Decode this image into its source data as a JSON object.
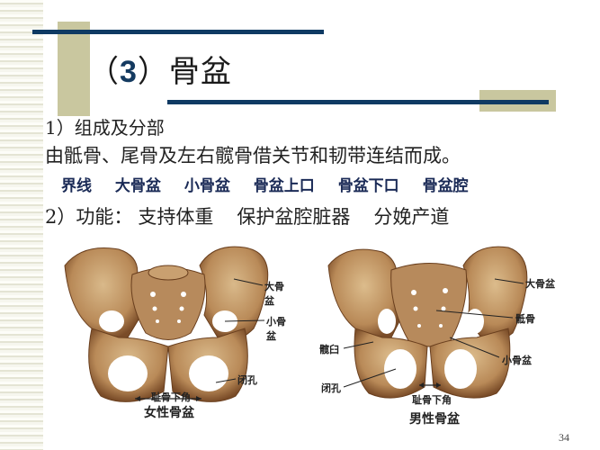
{
  "slide": {
    "title_prefix": "（",
    "title_number": "3",
    "title_suffix": "）骨盆",
    "section1_heading": "1）组成及分部",
    "section1_text": "由骶骨、尾骨及左右髋骨借关节和韧带连结而成。",
    "terms": [
      "界线",
      "大骨盆",
      "小骨盆",
      "骨盆上口",
      "骨盆下口",
      "骨盆腔"
    ],
    "section2_heading": "2）功能：",
    "functions": [
      "支持体重",
      "保护盆腔脏器",
      "分娩产道"
    ],
    "page_number": "34"
  },
  "figures": {
    "female": {
      "caption": "女性骨盆",
      "labels": {
        "greater_pelvis": "大骨盆",
        "lesser_pelvis": "小骨盆",
        "obturator_foramen": "闭孔",
        "subpubic_angle": "耻骨下角"
      }
    },
    "male": {
      "caption": "男性骨盆",
      "labels": {
        "greater_pelvis": "大骨盆",
        "sacrum": "骶骨",
        "acetabulum": "髋臼",
        "lesser_pelvis": "小骨盆",
        "obturator_foramen": "闭孔",
        "subpubic_angle": "耻骨下角"
      }
    }
  },
  "colors": {
    "navy": "#0f3a63",
    "olive": "#c9c79f",
    "bone_light": "#d9b98a",
    "bone_dark": "#8a5a32"
  }
}
